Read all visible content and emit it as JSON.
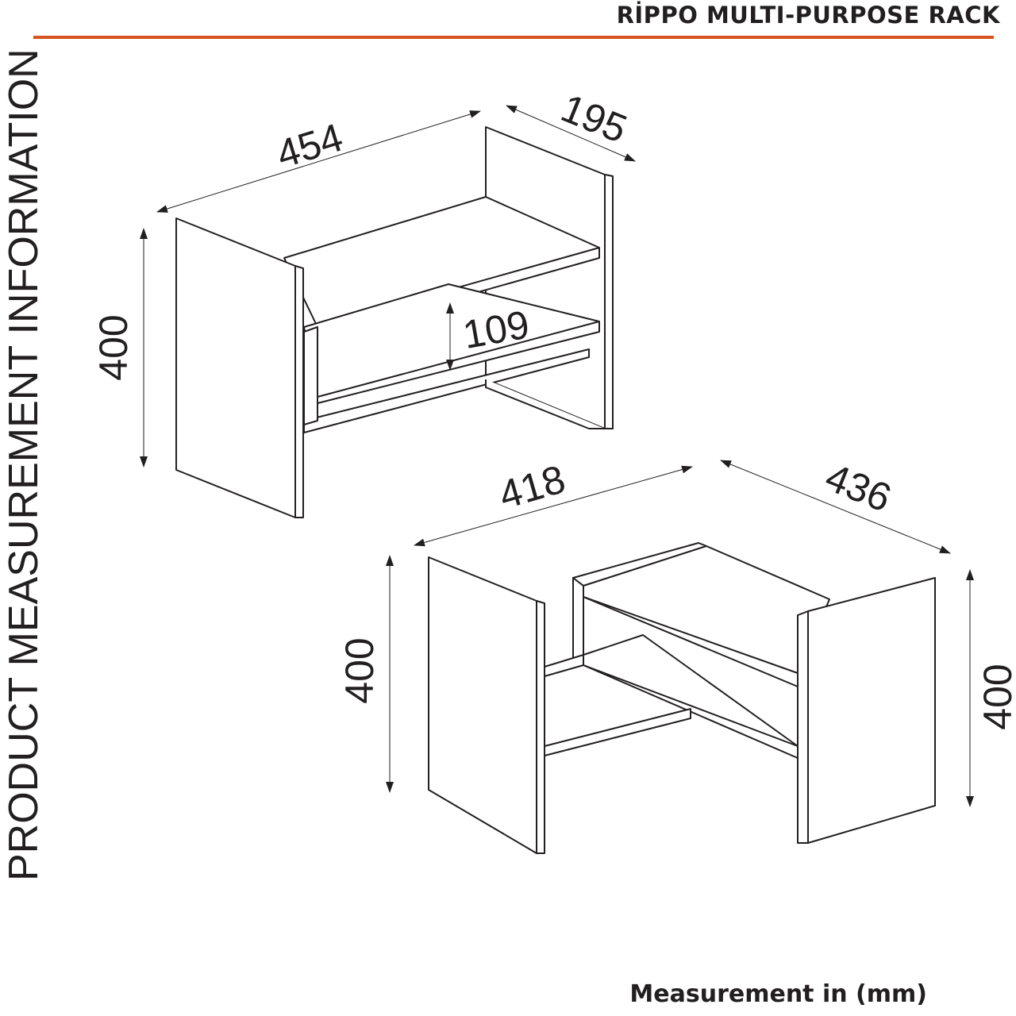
{
  "header": {
    "title": "RİPPO MULTI-PURPOSE RACK",
    "accent_color": "#d8541f"
  },
  "side_title": "PRODUCT MEASUREMENT INFORMATION",
  "dimensions": {
    "top_view": {
      "width": "454",
      "depth": "195",
      "height": "400",
      "shelf_gap": "109"
    },
    "bottom_view": {
      "width": "418",
      "depth": "436",
      "height_left": "400",
      "height_right": "400"
    }
  },
  "footer": "Measurement in (mm)"
}
